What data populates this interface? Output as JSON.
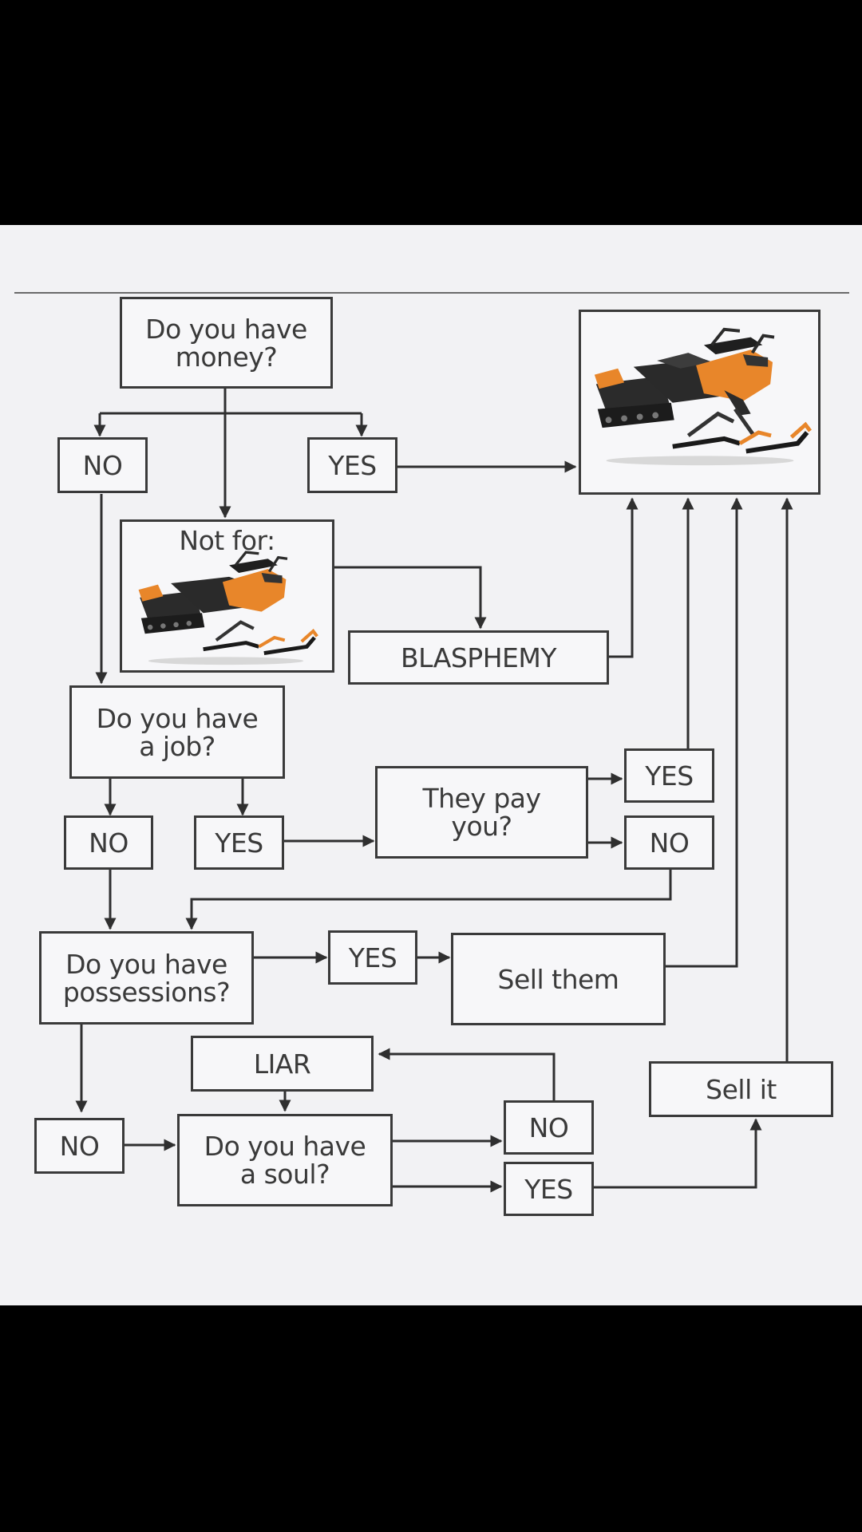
{
  "flowchart": {
    "money_question": "Do you have\nmoney?",
    "money_no": "NO",
    "money_yes": "YES",
    "not_for": "Not for:",
    "blasphemy": "BLASPHEMY",
    "job_question": "Do you have\na job?",
    "job_no": "NO",
    "job_yes": "YES",
    "pay_question": "They pay\nyou?",
    "pay_yes": "YES",
    "pay_no": "NO",
    "possessions_question": "Do you have\npossessions?",
    "possessions_yes": "YES",
    "sell_them": "Sell them",
    "possessions_no": "NO",
    "liar": "LIAR",
    "soul_question": "Do you have\na soul?",
    "soul_no": "NO",
    "soul_yes": "YES",
    "sell_it": "Sell it"
  },
  "images": {
    "goal_image": "snowmobile-image",
    "not_for_image": "snowmobile-image"
  },
  "colors": {
    "line": "#2f2f2f",
    "box_border": "#3a3a3a",
    "panel": "#f2f2f4",
    "snowmobile_orange": "#e8862a"
  }
}
